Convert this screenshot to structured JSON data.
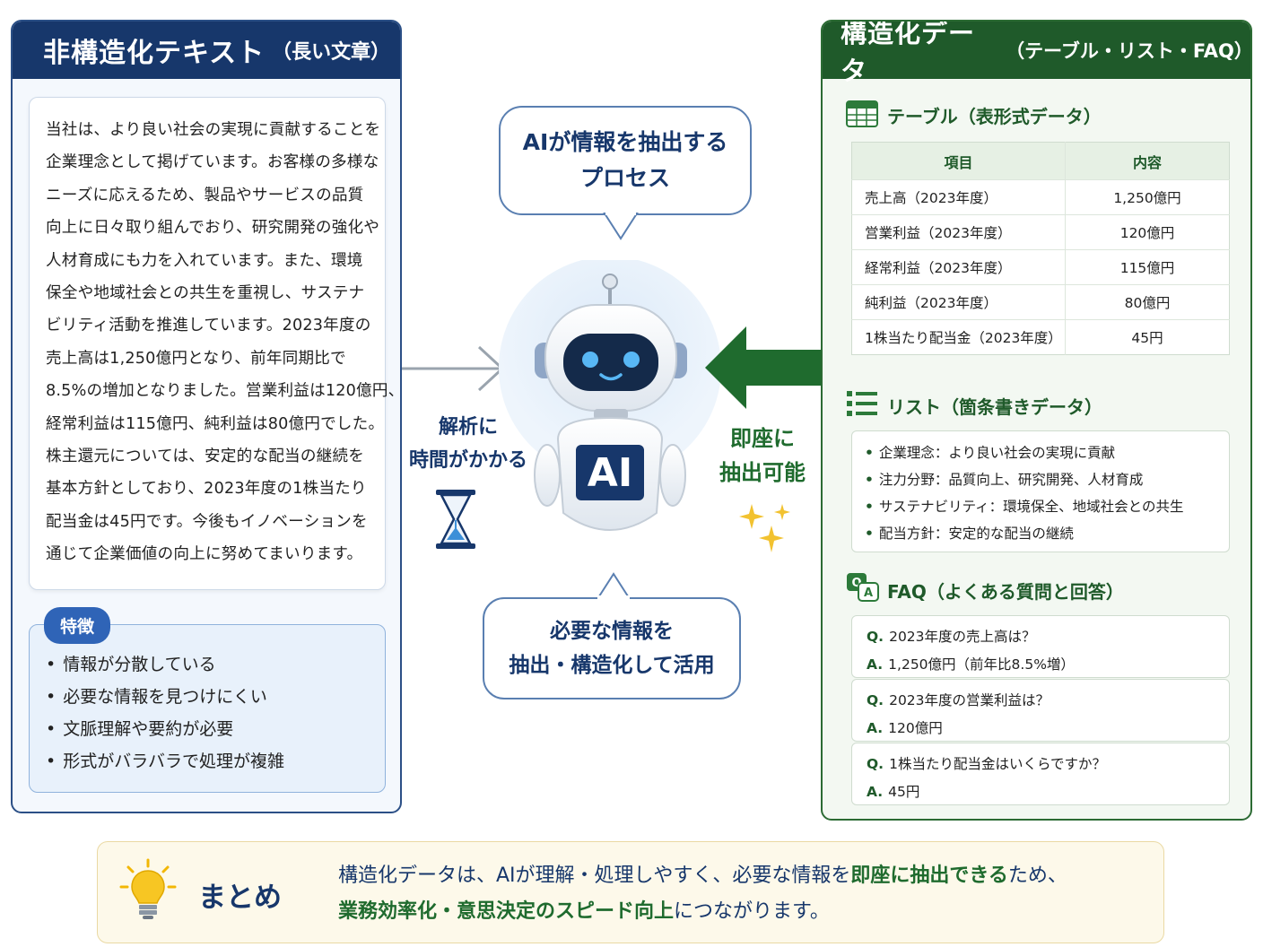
{
  "left": {
    "title": "非構造化テキスト",
    "subtitle": "（長い文章）",
    "paragraph_lines": [
      "当社は、より良い社会の実現に貢献することを",
      "企業理念として掲げています。お客様の多様な",
      "ニーズに応えるため、製品やサービスの品質",
      "向上に日々取り組んでおり、研究開発の強化や",
      "人材育成にも力を入れています。また、環境",
      "保全や地域社会との共生を重視し、サステナ",
      "ビリティ活動を推進しています。2023年度の",
      "売上高は1,250億円となり、前年同期比で",
      "8.5%の増加となりました。営業利益は120億円、",
      "経常利益は115億円、純利益は80億円でした。",
      "株主還元については、安定的な配当の継続を",
      "基本方針としており、2023年度の1株当たり",
      "配当金は45円です。今後もイノベーションを",
      "通じて企業価値の向上に努めてまいります。"
    ],
    "features_badge": "特徴",
    "features": [
      "情報が分散している",
      "必要な情報を見つけにくい",
      "文脈理解や要約が必要",
      "形式がバラバラで処理が複雑"
    ]
  },
  "center": {
    "bubble_top": [
      "AIが情報を抽出する",
      "プロセス"
    ],
    "robot_label": "AI",
    "slow": [
      "解析に",
      "時間がかかる"
    ],
    "fast": [
      "即座に",
      "抽出可能"
    ],
    "bubble_bottom": [
      "必要な情報を",
      "抽出・構造化して活用"
    ]
  },
  "right": {
    "title": "構造化データ",
    "subtitle": "（テーブル・リスト・FAQ）",
    "table_title": "テーブル（表形式データ）",
    "table_headers": [
      "項目",
      "内容"
    ],
    "table_rows": [
      [
        "売上高（2023年度）",
        "1,250億円"
      ],
      [
        "営業利益（2023年度）",
        "120億円"
      ],
      [
        "経常利益（2023年度）",
        "115億円"
      ],
      [
        "純利益（2023年度）",
        "80億円"
      ],
      [
        "1株当たり配当金（2023年度）",
        "45円"
      ]
    ],
    "list_title": "リスト（箇条書きデータ）",
    "list_items": [
      "企業理念：より良い社会の実現に貢献",
      "注力分野：品質向上、研究開発、人材育成",
      "サステナビリティ：環境保全、地域社会との共生",
      "配当方針：安定的な配当の継続"
    ],
    "faq_title": "FAQ（よくある質問と回答）",
    "q_prefix": "Q.",
    "a_prefix": "A.",
    "faq": [
      {
        "q": "2023年度の売上高は？",
        "a": "1,250億円（前年比8.5%増）"
      },
      {
        "q": "2023年度の営業利益は？",
        "a": "120億円"
      },
      {
        "q": "1株当たり配当金はいくらですか？",
        "a": "45円"
      }
    ]
  },
  "summary": {
    "label": "まとめ",
    "line1_a": "構造化データは、AIが理解・処理しやすく、必要な情報を",
    "line1_hl": "即座に抽出できる",
    "line1_b": "ため、",
    "line2_hl": "業務効率化・意思決定のスピード向上",
    "line2_b": "につながります。"
  },
  "colors": {
    "navy": "#17376b",
    "green": "#1f5a2a",
    "accent_green": "#1f6b2e",
    "summary_bg": "#fdf9ea"
  }
}
